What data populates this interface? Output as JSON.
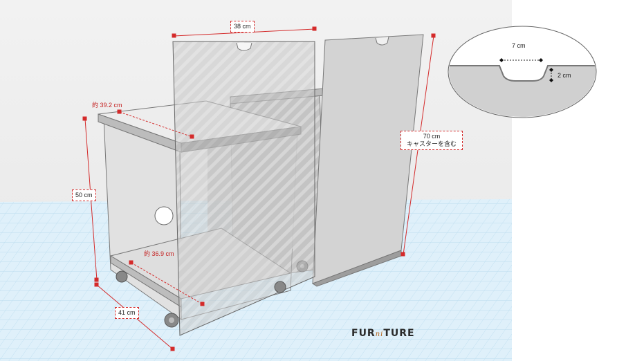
{
  "labels": {
    "width_top": "38 cm",
    "depth_top": "約 39.2 cm",
    "height_left": "50 cm",
    "depth_bottom": "約 36.9 cm",
    "width_bottom": "41 cm",
    "height_right_line1": "70 cm",
    "height_right_line2": "キャスターを含む",
    "notch_width": "7 cm",
    "notch_depth": "2 cm"
  },
  "logo": {
    "part1": "FUR",
    "part2": "ni",
    "part3": "TURE"
  },
  "colors": {
    "grid_bg": "#dff0fa",
    "grid_line": "#b9dcef",
    "panel": "#cfcfcf",
    "panel_dark": "#a9a9a9",
    "edge": "#6e6e6e",
    "dim_red": "#d42a2a"
  }
}
